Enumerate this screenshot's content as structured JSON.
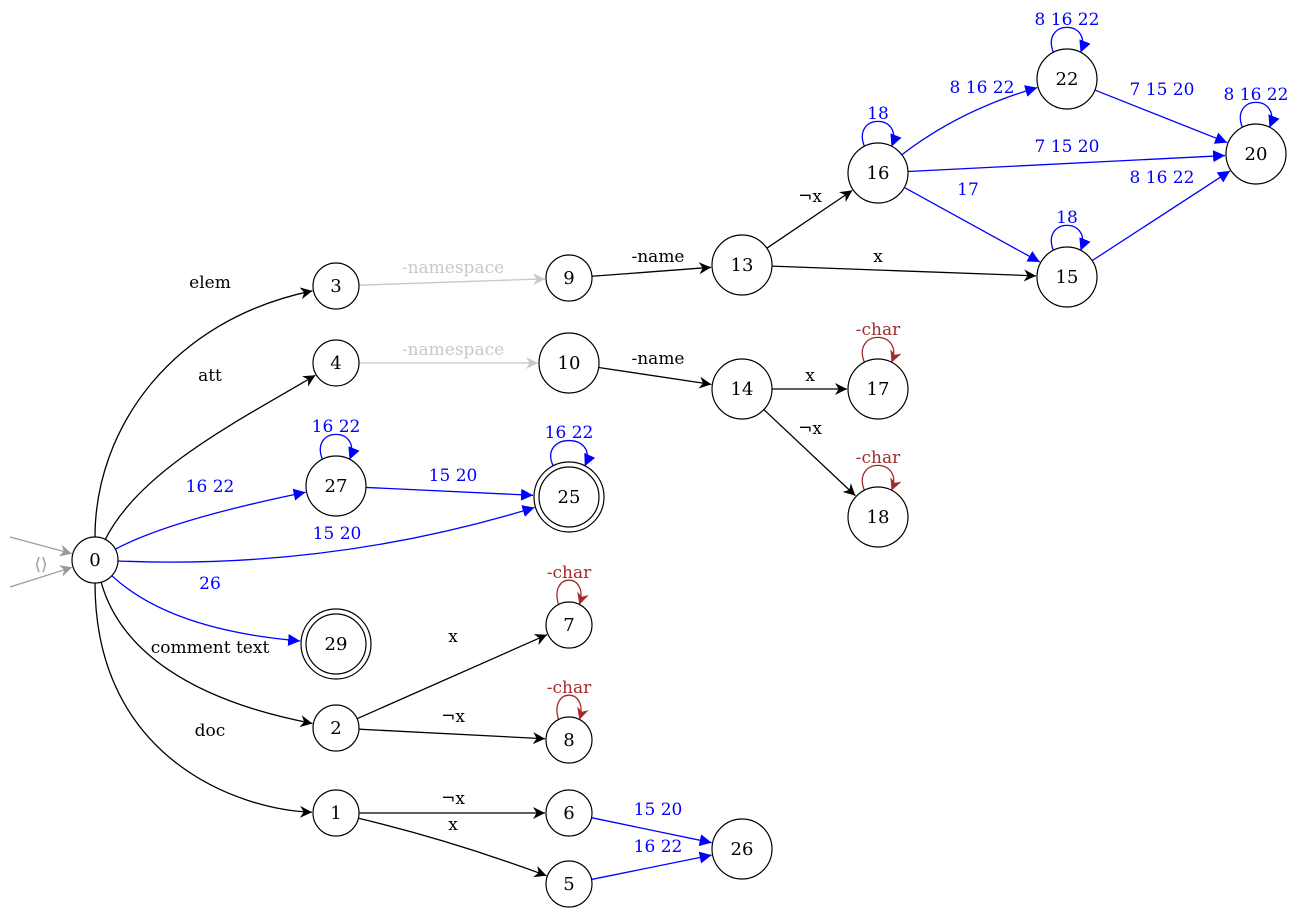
{
  "diagram": {
    "type": "automaton",
    "colors": {
      "black": "#000000",
      "blue": "#0000ff",
      "brown": "#a52a2a",
      "gray": "#c8c8c8",
      "start": "#9a9a9a"
    },
    "start_label": "⟨⟩",
    "nodes": [
      {
        "id": "0",
        "label": "0",
        "accepting": false
      },
      {
        "id": "1",
        "label": "1",
        "accepting": false
      },
      {
        "id": "2",
        "label": "2",
        "accepting": false
      },
      {
        "id": "3",
        "label": "3",
        "accepting": false
      },
      {
        "id": "4",
        "label": "4",
        "accepting": false
      },
      {
        "id": "5",
        "label": "5",
        "accepting": false
      },
      {
        "id": "6",
        "label": "6",
        "accepting": false
      },
      {
        "id": "7",
        "label": "7",
        "accepting": false
      },
      {
        "id": "8",
        "label": "8",
        "accepting": false
      },
      {
        "id": "9",
        "label": "9",
        "accepting": false
      },
      {
        "id": "10",
        "label": "10",
        "accepting": false
      },
      {
        "id": "13",
        "label": "13",
        "accepting": false
      },
      {
        "id": "14",
        "label": "14",
        "accepting": false
      },
      {
        "id": "15",
        "label": "15",
        "accepting": false
      },
      {
        "id": "16",
        "label": "16",
        "accepting": false
      },
      {
        "id": "17",
        "label": "17",
        "accepting": false
      },
      {
        "id": "18",
        "label": "18",
        "accepting": false
      },
      {
        "id": "20",
        "label": "20",
        "accepting": false
      },
      {
        "id": "22",
        "label": "22",
        "accepting": false
      },
      {
        "id": "25",
        "label": "25",
        "accepting": true
      },
      {
        "id": "26",
        "label": "26",
        "accepting": false
      },
      {
        "id": "27",
        "label": "27",
        "accepting": false
      },
      {
        "id": "29",
        "label": "29",
        "accepting": true
      }
    ],
    "edges": [
      {
        "from": "0",
        "to": "3",
        "label": "elem",
        "color": "black"
      },
      {
        "from": "0",
        "to": "4",
        "label": "att",
        "color": "black"
      },
      {
        "from": "0",
        "to": "27",
        "label": "16 22",
        "color": "blue"
      },
      {
        "from": "0",
        "to": "25",
        "label": "15 20",
        "color": "blue"
      },
      {
        "from": "0",
        "to": "29",
        "label": "26",
        "color": "blue"
      },
      {
        "from": "0",
        "to": "2",
        "label": "comment text",
        "color": "black"
      },
      {
        "from": "0",
        "to": "1",
        "label": "doc",
        "color": "black"
      },
      {
        "from": "3",
        "to": "9",
        "label": "-namespace",
        "color": "gray"
      },
      {
        "from": "4",
        "to": "10",
        "label": "-namespace",
        "color": "gray"
      },
      {
        "from": "9",
        "to": "13",
        "label": "-name",
        "color": "black"
      },
      {
        "from": "10",
        "to": "14",
        "label": "-name",
        "color": "black"
      },
      {
        "from": "13",
        "to": "16",
        "label": "¬x",
        "color": "black"
      },
      {
        "from": "13",
        "to": "15",
        "label": "x",
        "color": "black"
      },
      {
        "from": "14",
        "to": "17",
        "label": "x",
        "color": "black"
      },
      {
        "from": "14",
        "to": "18",
        "label": "¬x",
        "color": "black"
      },
      {
        "from": "16",
        "to": "22",
        "label": "8 16 22",
        "color": "blue"
      },
      {
        "from": "16",
        "to": "20",
        "label": "7 15 20",
        "color": "blue"
      },
      {
        "from": "16",
        "to": "15",
        "label": "17",
        "color": "blue"
      },
      {
        "from": "22",
        "to": "20",
        "label": "7 15 20",
        "color": "blue"
      },
      {
        "from": "15",
        "to": "20",
        "label": "8 16 22",
        "color": "blue"
      },
      {
        "from": "27",
        "to": "25",
        "label": "15 20",
        "color": "blue"
      },
      {
        "from": "2",
        "to": "7",
        "label": "x",
        "color": "black"
      },
      {
        "from": "2",
        "to": "8",
        "label": "¬x",
        "color": "black"
      },
      {
        "from": "1",
        "to": "6",
        "label": "¬x",
        "color": "black"
      },
      {
        "from": "1",
        "to": "5",
        "label": "x",
        "color": "black"
      },
      {
        "from": "6",
        "to": "26",
        "label": "15 20",
        "color": "blue"
      },
      {
        "from": "5",
        "to": "26",
        "label": "16 22",
        "color": "blue"
      },
      {
        "from": "16",
        "to": "16",
        "label": "18",
        "color": "blue"
      },
      {
        "from": "22",
        "to": "22",
        "label": "8 16 22",
        "color": "blue"
      },
      {
        "from": "20",
        "to": "20",
        "label": "8 16 22",
        "color": "blue"
      },
      {
        "from": "15",
        "to": "15",
        "label": "18",
        "color": "blue"
      },
      {
        "from": "17",
        "to": "17",
        "label": "-char",
        "color": "brown"
      },
      {
        "from": "18",
        "to": "18",
        "label": "-char",
        "color": "brown"
      },
      {
        "from": "27",
        "to": "27",
        "label": "16 22",
        "color": "blue"
      },
      {
        "from": "25",
        "to": "25",
        "label": "16 22",
        "color": "blue"
      },
      {
        "from": "7",
        "to": "7",
        "label": "-char",
        "color": "brown"
      },
      {
        "from": "8",
        "to": "8",
        "label": "-char",
        "color": "brown"
      }
    ]
  }
}
